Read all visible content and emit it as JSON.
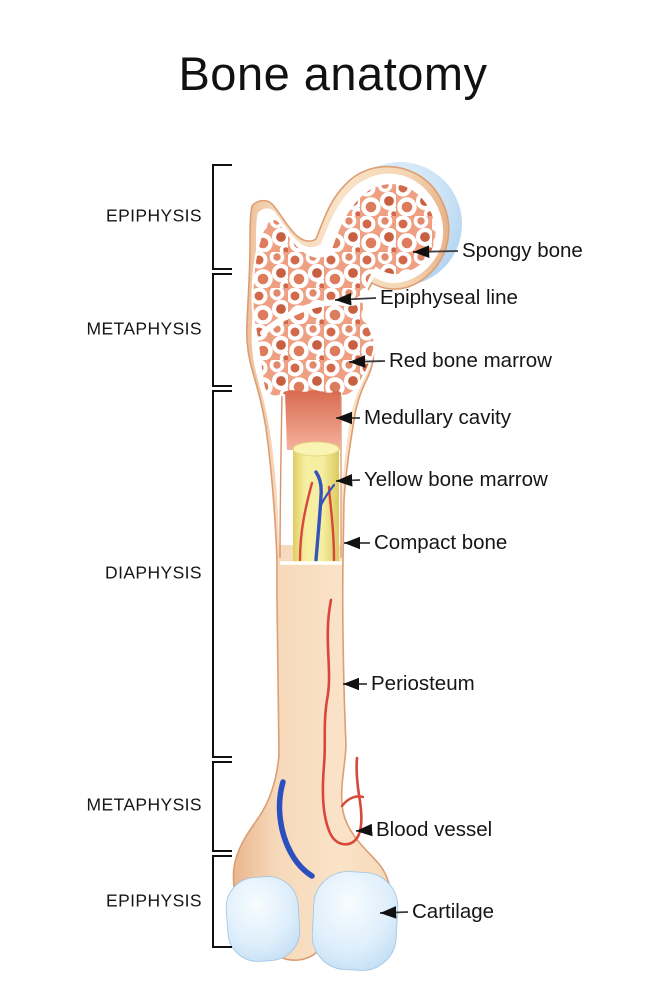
{
  "title": "Bone anatomy",
  "regions": {
    "items": [
      {
        "label": "EPIPHYSIS"
      },
      {
        "label": "METAPHYSIS"
      },
      {
        "label": "DIAPHYSIS"
      },
      {
        "label": "METAPHYSIS"
      },
      {
        "label": "EPIPHYSIS"
      }
    ]
  },
  "callouts": {
    "items": [
      {
        "label": "Spongy bone"
      },
      {
        "label": "Epiphyseal line"
      },
      {
        "label": "Red bone marrow"
      },
      {
        "label": "Medullary cavity"
      },
      {
        "label": "Yellow bone marrow"
      },
      {
        "label": "Compact bone"
      },
      {
        "label": "Periosteum"
      },
      {
        "label": "Blood vessel"
      },
      {
        "label": "Cartilage"
      }
    ]
  },
  "colors": {
    "background": "#ffffff",
    "text": "#111111",
    "bone_surface": "#f6d9ba",
    "bone_outline": "#dd9e74",
    "spongy_bone": "#e58c6d",
    "medullary_cavity": "#d96a4f",
    "yellow_marrow": "#f3eb9c",
    "red_vessel": "#d9473a",
    "blue_vessel": "#2c4fc0",
    "cartilage_blue": "#bcd9f2"
  }
}
